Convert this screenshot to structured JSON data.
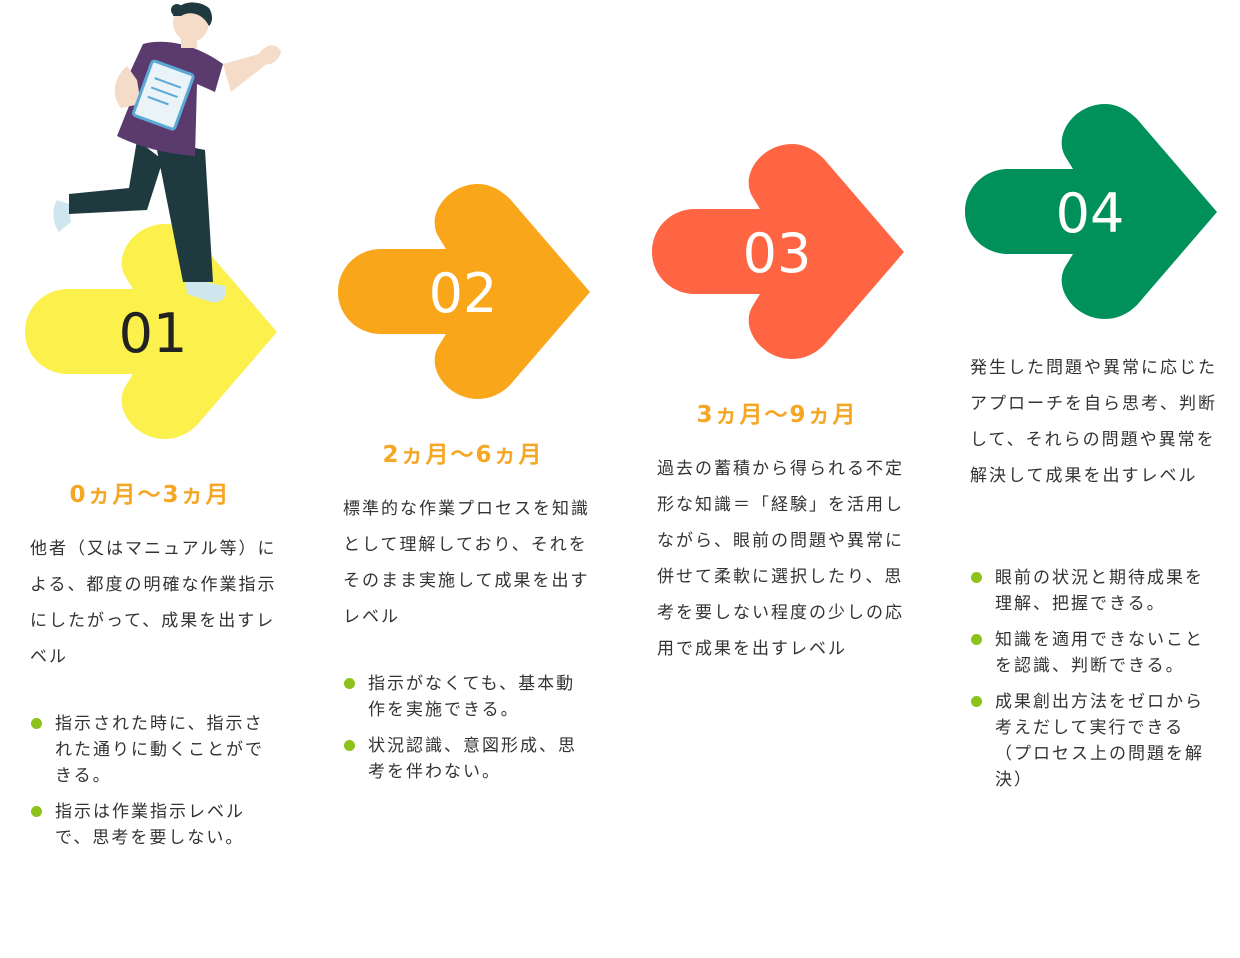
{
  "colors": {
    "step1": "#fbf04c",
    "step2": "#faa61a",
    "step3": "#ff6443",
    "step4": "#00905a",
    "period_text": "#f5a623",
    "bullet_dot": "#8cc21a"
  },
  "steps": [
    {
      "number": "01",
      "period": "0ヵ月〜3ヵ月",
      "description": "他者（又はマニュアル等）による、都度の明確な作業指示にしたがって、成果を出すレベル",
      "bullets": [
        "指示された時に、指示された通りに動くことができる。",
        "指示は作業指示レベルで、思考を要しない。"
      ]
    },
    {
      "number": "02",
      "period": "2ヵ月〜6ヵ月",
      "description": "標準的な作業プロセスを知識として理解しており、それをそのまま実施して成果を出すレベル",
      "bullets": [
        "指示がなくても、基本動作を実施できる。",
        "状況認識、意図形成、思考を伴わない。"
      ]
    },
    {
      "number": "03",
      "period": "3ヵ月〜9ヵ月",
      "description": "過去の蓄積から得られる不定形な知識＝「経験」を活用しながら、眼前の問題や異常に併せて柔軟に選択したり、思考を要しない程度の少しの応用で成果を出すレベル",
      "bullets": []
    },
    {
      "number": "04",
      "period": "",
      "description": "発生した問題や異常に応じたアプローチを自ら思考、判断して、それらの問題や異常を解決して成果を出すレベル",
      "bullets": [
        "眼前の状況と期待成果を理解、把握できる。",
        "知識を適用できないことを認識、判断できる。",
        "成果創出方法をゼロから考えだして実行できる（プロセス上の問題を解決）"
      ]
    }
  ]
}
